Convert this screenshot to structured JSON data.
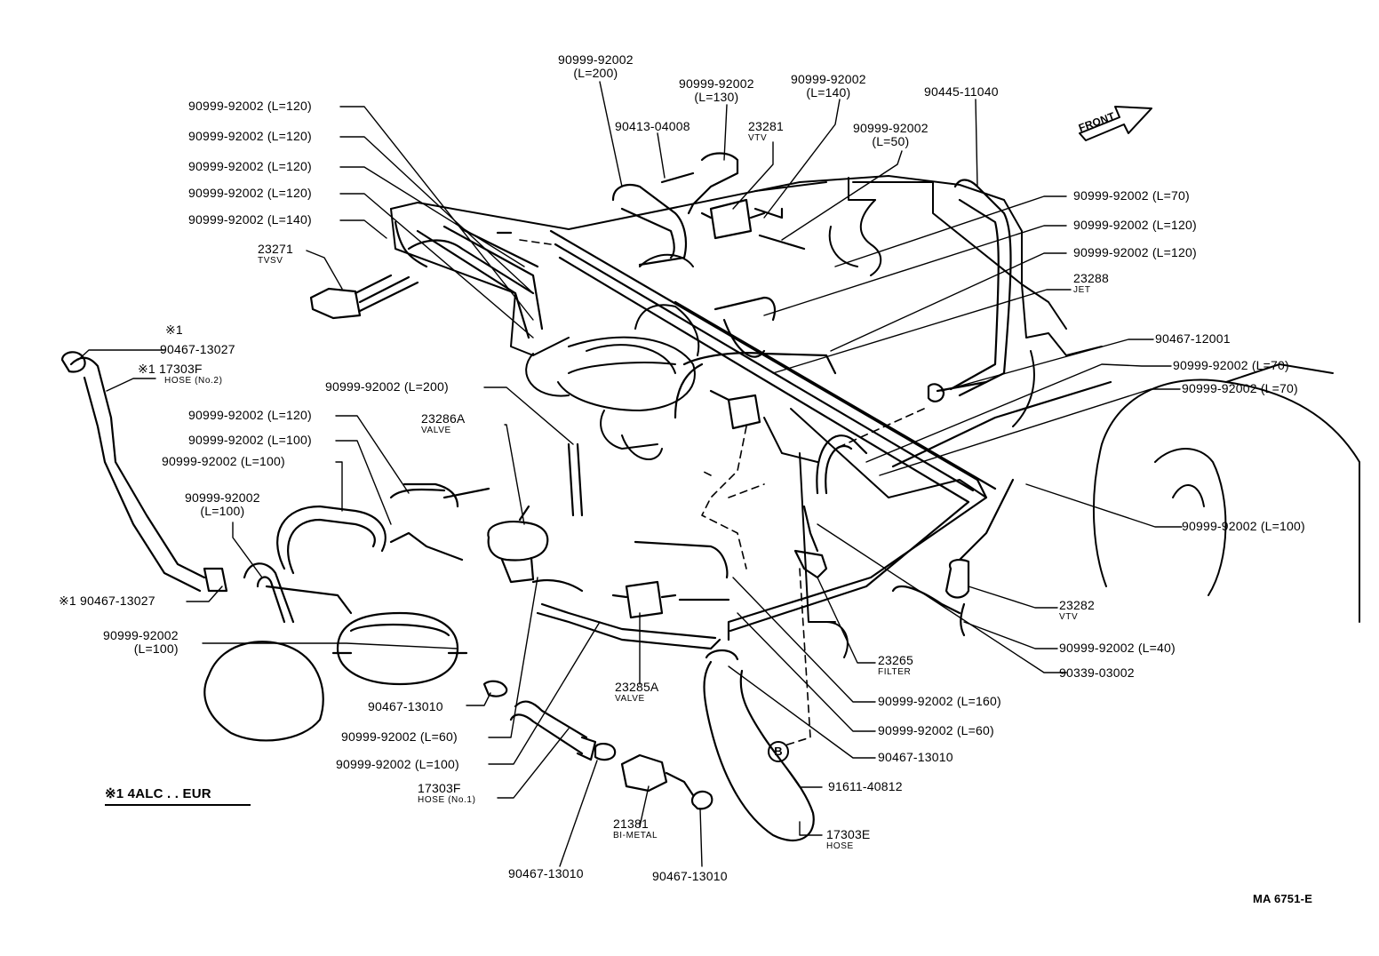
{
  "diagram": {
    "reference_code": "MA 6751-E",
    "front_label": "FRONT",
    "bubble_mark": "B",
    "footnote": "※1 4ALC . . EUR",
    "labels": [
      {
        "id": "l1",
        "part": "90999-92002",
        "spec": "(L=200)"
      },
      {
        "id": "l2",
        "part": "90999-92002",
        "spec": "(L=130)"
      },
      {
        "id": "l3",
        "part": "90999-92002",
        "spec": "(L=140)"
      },
      {
        "id": "l4",
        "part": "90445-11040"
      },
      {
        "id": "l5",
        "part": "90413-04008"
      },
      {
        "id": "l6",
        "part": "23281",
        "name": "VTV"
      },
      {
        "id": "l7",
        "part": "90999-92002",
        "spec": "(L=50)"
      },
      {
        "id": "l8",
        "text": "90999-92002 (L=120)"
      },
      {
        "id": "l9",
        "text": "90999-92002 (L=120)"
      },
      {
        "id": "l10",
        "text": "90999-92002 (L=120)"
      },
      {
        "id": "l11",
        "text": "90999-92002 (L=120)"
      },
      {
        "id": "l12",
        "text": "90999-92002 (L=140)"
      },
      {
        "id": "l13",
        "part": "23271",
        "name": "TVSV"
      },
      {
        "id": "l14",
        "text": "90999-92002 (L=70)"
      },
      {
        "id": "l15",
        "text": "90999-92002 (L=120)"
      },
      {
        "id": "l16",
        "text": "90999-92002 (L=120)"
      },
      {
        "id": "l17",
        "part": "23288",
        "name": "JET"
      },
      {
        "id": "l18",
        "text": "※1"
      },
      {
        "id": "l19",
        "text": "90467-13027"
      },
      {
        "id": "l20",
        "text": "※1 17303F",
        "name": "HOSE (No.2)"
      },
      {
        "id": "l21",
        "text": "90467-12001"
      },
      {
        "id": "l22",
        "text": "90999-92002 (L=70)"
      },
      {
        "id": "l23",
        "text": "90999-92002 (L=70)"
      },
      {
        "id": "l24",
        "text": "90999-92002 (L=200)"
      },
      {
        "id": "l25",
        "part": "23286A",
        "name": "VALVE"
      },
      {
        "id": "l26",
        "text": "90999-92002 (L=120)"
      },
      {
        "id": "l27",
        "text": "90999-92002 (L=100)"
      },
      {
        "id": "l28",
        "text": "90999-92002 (L=100)"
      },
      {
        "id": "l29",
        "part": "90999-92002",
        "spec": "(L=100)"
      },
      {
        "id": "l30",
        "text": "90999-92002 (L=100)"
      },
      {
        "id": "l31",
        "text": "※1 90467-13027"
      },
      {
        "id": "l32",
        "part": "23282",
        "name": "VTV"
      },
      {
        "id": "l33",
        "text": "90999-92002 (L=40)"
      },
      {
        "id": "l34",
        "part": "90999-92002",
        "spec": "(L=100)"
      },
      {
        "id": "l35",
        "part": "23265",
        "name": "FILTER"
      },
      {
        "id": "l36",
        "text": "90339-03002"
      },
      {
        "id": "l37",
        "text": "90467-13010"
      },
      {
        "id": "l38",
        "part": "23285A",
        "name": "VALVE"
      },
      {
        "id": "l39",
        "text": "90999-92002 (L=160)"
      },
      {
        "id": "l40",
        "text": "90999-92002 (L=60)"
      },
      {
        "id": "l41",
        "text": "90999-92002 (L=60)"
      },
      {
        "id": "l42",
        "text": "90467-13010"
      },
      {
        "id": "l43",
        "text": "90999-92002 (L=100)"
      },
      {
        "id": "l44",
        "text": "91611-40812"
      },
      {
        "id": "l45",
        "part": "17303F",
        "name": "HOSE (No.1)"
      },
      {
        "id": "l46",
        "part": "21381",
        "name": "BI-METAL"
      },
      {
        "id": "l47",
        "part": "17303E",
        "name": "HOSE"
      },
      {
        "id": "l48",
        "text": "90467-13010"
      },
      {
        "id": "l49",
        "text": "90467-13010"
      }
    ]
  }
}
